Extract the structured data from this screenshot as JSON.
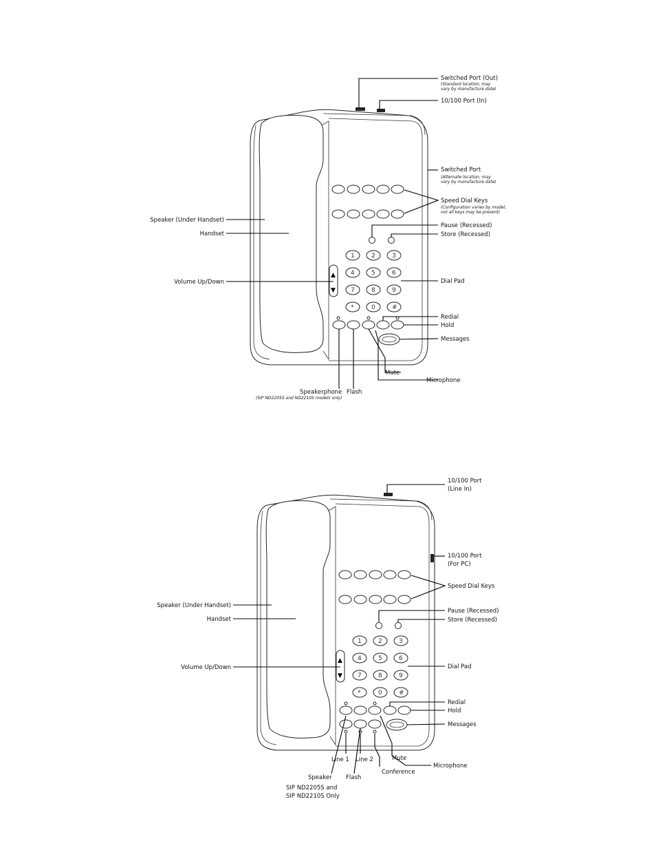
{
  "diagram1": {
    "labels": {
      "switched_out": "Switched Port (Out)",
      "switched_out_note1": "(Standard location; may",
      "switched_out_note2": "vary by manufacture date)",
      "port_in": "10/100 Port (In)",
      "switched_port": "Switched Port",
      "switched_port_note1": "(Alternate location; may",
      "switched_port_note2": "vary by manufacture date)",
      "speed_dial": "Speed Dial Keys",
      "speed_dial_note1": "(Configuration varies by model;",
      "speed_dial_note2": "not all keys may be present)",
      "pause": "Pause (Recessed)",
      "store": "Store (Recessed)",
      "dial_pad": "Dial Pad",
      "redial": "Redial",
      "hold": "Hold",
      "messages": "Messages",
      "microphone": "Microphone",
      "mute": "Mute",
      "flash": "Flash",
      "speakerphone": "Speakerphone",
      "speakerphone_note": "(SIP ND2205S and ND2210S models only)",
      "speaker": "Speaker (Under Handset)",
      "handset": "Handset",
      "volume": "Volume Up/Down"
    }
  },
  "diagram2": {
    "labels": {
      "port_line_in": "10/100 Port",
      "port_line_in_2": "(Line In)",
      "port_pc": "10/100 Port",
      "port_pc_2": "(For PC)",
      "speed_dial": "Speed Dial Keys",
      "pause": "Pause (Recessed)",
      "store": "Store (Recessed)",
      "dial_pad": "Dial Pad",
      "redial": "Redial",
      "hold": "Hold",
      "messages": "Messages",
      "mute": "Mute",
      "microphone": "Microphone",
      "line1": "Line 1",
      "line2": "Line 2",
      "conference": "Conference",
      "speaker": "Speaker",
      "flash": "Flash",
      "sip_note1": "SIP ND2205S and",
      "sip_note2": "SIP ND2210S Only",
      "speaker_under": "Speaker (Under Handset)",
      "handset": "Handset",
      "volume": "Volume Up/Down"
    }
  },
  "dial_keys": [
    "1",
    "2",
    "3",
    "4",
    "5",
    "6",
    "7",
    "8",
    "9",
    "*",
    "0",
    "#"
  ]
}
